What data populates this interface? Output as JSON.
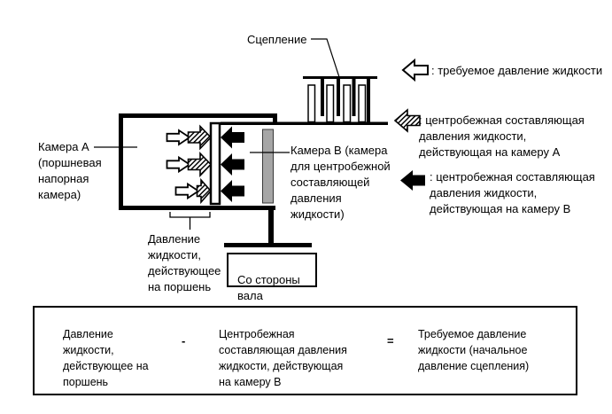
{
  "diagram": {
    "clutch_label": "Сцепление",
    "chamber_a_label": "Камера A\n(поршневая\nнапорная\nкамера)",
    "chamber_b_label": "Камера B (камера\nдля центробежной\nсоставляющей\nдавления\nжидкости)",
    "piston_pressure_label": "Давление\nжидкости,\nдействующее\nна поршень",
    "shaft_side_label": "Со стороны\nвала"
  },
  "legend": {
    "items": [
      {
        "icon": "white-left-arrow",
        "label": ": требуемое давление жидкости"
      },
      {
        "icon": "hatched-left-arrow",
        "label": ": центробежная составляющая\nдавления жидкости,\nдействующая на камеру A"
      },
      {
        "icon": "black-left-arrow",
        "label": ": центробежная составляющая\nдавления жидкости,\nдействующая на камеру B"
      }
    ]
  },
  "formula": {
    "term1": "Давление\nжидкости,\nдействующее на\nпоршень",
    "operator_minus": "-",
    "term2": "Центробежная\nсоставляющая давления\nжидкости, действующая\nна камеру B",
    "operator_equals": "=",
    "term3": "Требуемое давление\nжидкости (начальное\nдавление сцепления)"
  },
  "colors": {
    "line": "#000000",
    "gray_plate": "#a6a6a6",
    "background": "#ffffff"
  }
}
